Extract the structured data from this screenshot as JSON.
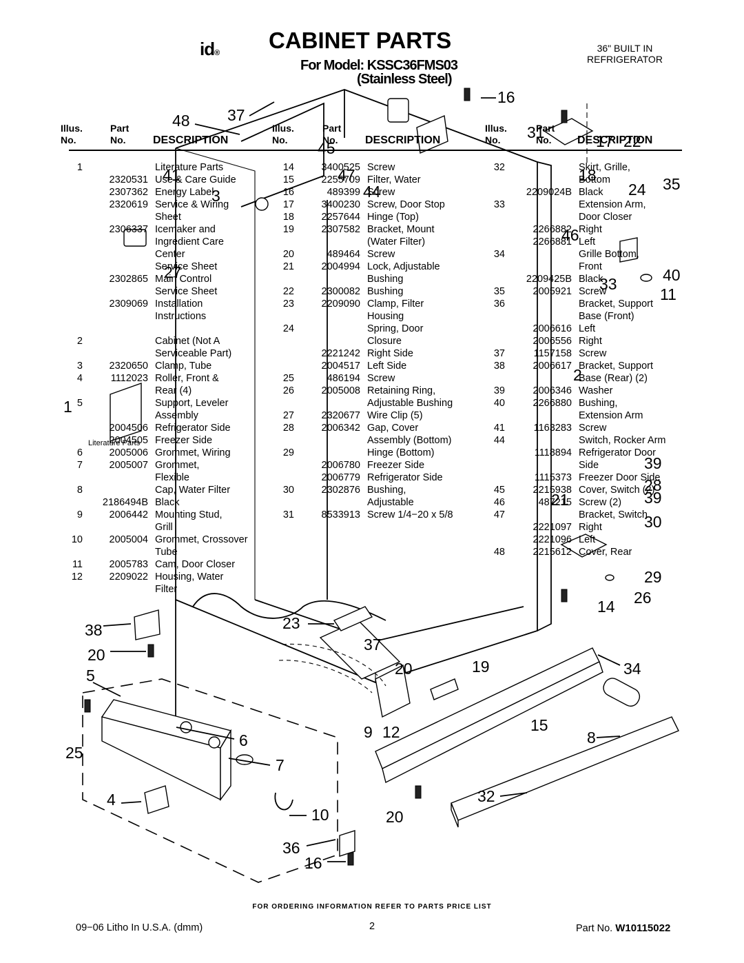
{
  "header": {
    "logo_text": "id",
    "title": "CABINET PARTS",
    "model_line": "For Model: KSSC36FMS03",
    "model_subline": "(Stainless Steel)",
    "product_type_line1": "36\" BUILT IN",
    "product_type_line2": "REFRIGERATOR"
  },
  "columns": {
    "illus_label": "Illus.",
    "no_label": "No.",
    "part_label": "Part",
    "description_label": "DESCRIPTION"
  },
  "parts_col1": [
    {
      "illus": "1",
      "part": "",
      "desc": "Literature Parts"
    },
    {
      "illus": "",
      "part": "2320531",
      "desc": "Use & Care Guide"
    },
    {
      "illus": "",
      "part": "2307362",
      "desc": "Energy Label"
    },
    {
      "illus": "",
      "part": "2320619",
      "desc": "Service & Wiring"
    },
    {
      "illus": "",
      "part": "",
      "desc": "Sheet"
    },
    {
      "illus": "",
      "part": "2306337",
      "desc": "Icemaker and"
    },
    {
      "illus": "",
      "part": "",
      "desc": "Ingredient Care"
    },
    {
      "illus": "",
      "part": "",
      "desc": "Center"
    },
    {
      "illus": "",
      "part": "",
      "desc": "Service Sheet"
    },
    {
      "illus": "",
      "part": "2302865",
      "desc": "Main Control"
    },
    {
      "illus": "",
      "part": "",
      "desc": "Service Sheet"
    },
    {
      "illus": "",
      "part": "2309069",
      "desc": "Installation"
    },
    {
      "illus": "",
      "part": "",
      "desc": "Instructions"
    },
    {
      "illus": "",
      "part": "",
      "desc": ""
    },
    {
      "illus": "2",
      "part": "",
      "desc": "Cabinet (Not A"
    },
    {
      "illus": "",
      "part": "",
      "desc": "Serviceable Part)"
    },
    {
      "illus": "3",
      "part": "2320650",
      "desc": "Clamp, Tube"
    },
    {
      "illus": "4",
      "part": "1112023",
      "desc": "Roller, Front &"
    },
    {
      "illus": "",
      "part": "",
      "desc": "Rear (4)"
    },
    {
      "illus": "5",
      "part": "",
      "desc": "Support, Leveler"
    },
    {
      "illus": "",
      "part": "",
      "desc": "Assembly"
    },
    {
      "illus": "",
      "part": "2004506",
      "desc": "Refrigerator Side"
    },
    {
      "illus": "",
      "part": "2004505",
      "desc": "Freezer Side"
    },
    {
      "illus": "6",
      "part": "2005006",
      "desc": "Grommet, Wiring"
    },
    {
      "illus": "7",
      "part": "2005007",
      "desc": "Grommet,"
    },
    {
      "illus": "",
      "part": "",
      "desc": "Flexible"
    },
    {
      "illus": "8",
      "part": "",
      "desc": "Cap, Water Filter"
    },
    {
      "illus": "",
      "part": "2186494B",
      "desc": "Black"
    },
    {
      "illus": "9",
      "part": "2006442",
      "desc": "Mounting Stud,"
    },
    {
      "illus": "",
      "part": "",
      "desc": "Grill"
    },
    {
      "illus": "10",
      "part": "2005004",
      "desc": "Grommet, Crossover"
    },
    {
      "illus": "",
      "part": "",
      "desc": "Tube"
    },
    {
      "illus": "11",
      "part": "2005783",
      "desc": "Cam, Door Closer"
    },
    {
      "illus": "12",
      "part": "2209022",
      "desc": "Housing, Water"
    },
    {
      "illus": "",
      "part": "",
      "desc": "Filter"
    }
  ],
  "parts_col2": [
    {
      "illus": "14",
      "part": "3400525",
      "desc": "Screw"
    },
    {
      "illus": "15",
      "part": "2255709",
      "desc": "Filter, Water"
    },
    {
      "illus": "16",
      "part": "489399",
      "desc": "Screw"
    },
    {
      "illus": "17",
      "part": "3400230",
      "desc": "Screw, Door Stop"
    },
    {
      "illus": "18",
      "part": "2257644",
      "desc": "Hinge (Top)"
    },
    {
      "illus": "19",
      "part": "2307582",
      "desc": "Bracket, Mount"
    },
    {
      "illus": "",
      "part": "",
      "desc": "(Water Filter)"
    },
    {
      "illus": "20",
      "part": "489464",
      "desc": "Screw"
    },
    {
      "illus": "21",
      "part": "2004994",
      "desc": "Lock, Adjustable"
    },
    {
      "illus": "",
      "part": "",
      "desc": "Bushing"
    },
    {
      "illus": "22",
      "part": "2300082",
      "desc": "Bushing"
    },
    {
      "illus": "23",
      "part": "2209090",
      "desc": "Clamp, Filter"
    },
    {
      "illus": "",
      "part": "",
      "desc": "Housing"
    },
    {
      "illus": "24",
      "part": "",
      "desc": "Spring, Door"
    },
    {
      "illus": "",
      "part": "",
      "desc": "Closure"
    },
    {
      "illus": "",
      "part": "2221242",
      "desc": "Right Side"
    },
    {
      "illus": "",
      "part": "2004517",
      "desc": "Left Side"
    },
    {
      "illus": "25",
      "part": "486194",
      "desc": "Screw"
    },
    {
      "illus": "26",
      "part": "2005008",
      "desc": "Retaining Ring,"
    },
    {
      "illus": "",
      "part": "",
      "desc": "Adjustable Bushing"
    },
    {
      "illus": "27",
      "part": "2320677",
      "desc": "Wire Clip (5)"
    },
    {
      "illus": "28",
      "part": "2006342",
      "desc": "Gap, Cover"
    },
    {
      "illus": "",
      "part": "",
      "desc": "Assembly (Bottom)"
    },
    {
      "illus": "29",
      "part": "",
      "desc": "Hinge (Bottom)"
    },
    {
      "illus": "",
      "part": "2006780",
      "desc": "Freezer Side"
    },
    {
      "illus": "",
      "part": "2006779",
      "desc": "Refrigerator Side"
    },
    {
      "illus": "30",
      "part": "2302876",
      "desc": "Bushing,"
    },
    {
      "illus": "",
      "part": "",
      "desc": "Adjustable"
    },
    {
      "illus": "31",
      "part": "8533913",
      "desc": "Screw 1/4−20 x 5/8"
    }
  ],
  "parts_col3": [
    {
      "illus": "32",
      "part": "",
      "desc": "Skirt, Grille,"
    },
    {
      "illus": "",
      "part": "",
      "desc": "Bottom"
    },
    {
      "illus": "",
      "part": "2209024B",
      "desc": "Black"
    },
    {
      "illus": "33",
      "part": "",
      "desc": "Extension Arm,"
    },
    {
      "illus": "",
      "part": "",
      "desc": "Door Closer"
    },
    {
      "illus": "",
      "part": "2266882",
      "desc": "Right"
    },
    {
      "illus": "",
      "part": "2266881",
      "desc": "Left"
    },
    {
      "illus": "34",
      "part": "",
      "desc": "Grille Bottom,"
    },
    {
      "illus": "",
      "part": "",
      "desc": "Front"
    },
    {
      "illus": "",
      "part": "2209425B",
      "desc": "Black"
    },
    {
      "illus": "35",
      "part": "2005921",
      "desc": "Screw"
    },
    {
      "illus": "36",
      "part": "",
      "desc": "Bracket, Support"
    },
    {
      "illus": "",
      "part": "",
      "desc": "Base (Front)"
    },
    {
      "illus": "",
      "part": "2006616",
      "desc": "Left"
    },
    {
      "illus": "",
      "part": "2006556",
      "desc": "Right"
    },
    {
      "illus": "37",
      "part": "1157158",
      "desc": "Screw"
    },
    {
      "illus": "38",
      "part": "2006617",
      "desc": "Bracket, Support"
    },
    {
      "illus": "",
      "part": "",
      "desc": "Base (Rear) (2)"
    },
    {
      "illus": "39",
      "part": "2006346",
      "desc": "Washer"
    },
    {
      "illus": "40",
      "part": "2266880",
      "desc": "Bushing,"
    },
    {
      "illus": "",
      "part": "",
      "desc": "Extension Arm"
    },
    {
      "illus": "41",
      "part": "1163283",
      "desc": "Screw"
    },
    {
      "illus": "44",
      "part": "",
      "desc": "Switch, Rocker Arm"
    },
    {
      "illus": "",
      "part": "1118894",
      "desc": "Refrigerator Door"
    },
    {
      "illus": "",
      "part": "",
      "desc": "Side"
    },
    {
      "illus": "",
      "part": "1115373",
      "desc": "Freezer Door Side"
    },
    {
      "illus": "45",
      "part": "2215938",
      "desc": "Cover, Switch (2)"
    },
    {
      "illus": "46",
      "part": "487215",
      "desc": "Screw (2)"
    },
    {
      "illus": "47",
      "part": "",
      "desc": "Bracket, Switch"
    },
    {
      "illus": "",
      "part": "2221097",
      "desc": "Right"
    },
    {
      "illus": "",
      "part": "2221096",
      "desc": "Left"
    },
    {
      "illus": "48",
      "part": "2215612",
      "desc": "Cover, Rear"
    }
  ],
  "diagram": {
    "small_label": "Literature Parts",
    "callouts": [
      "37",
      "48",
      "16",
      "31",
      "17",
      "22",
      "18",
      "24",
      "35",
      "41",
      "47",
      "45",
      "44",
      "3",
      "46",
      "27",
      "33",
      "11",
      "40",
      "1",
      "2",
      "39",
      "28",
      "39",
      "21",
      "30",
      "29",
      "26",
      "14",
      "38",
      "20",
      "5",
      "25",
      "6",
      "7",
      "4",
      "10",
      "23",
      "37",
      "20",
      "19",
      "34",
      "9",
      "12",
      "15",
      "8",
      "32",
      "20",
      "36",
      "16"
    ]
  },
  "footer": {
    "ordering_note": "FOR ORDERING INFORMATION REFER TO PARTS PRICE LIST",
    "litho": "09−06 Litho In U.S.A. (dmm)",
    "page_number": "2",
    "part_no_label": "Part No.",
    "part_no_value": "W10115022"
  }
}
